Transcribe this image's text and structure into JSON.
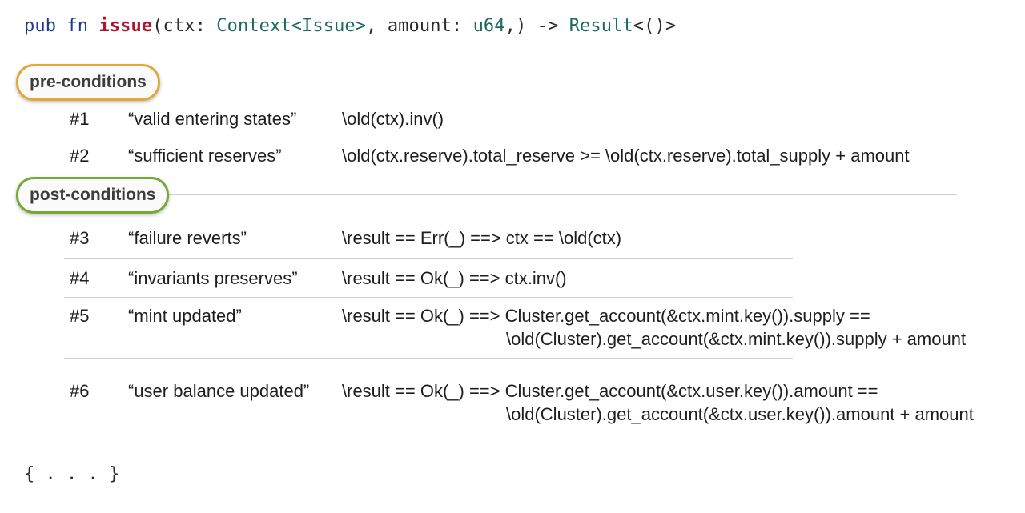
{
  "signature": {
    "kw_pub": "pub",
    "kw_fn": "fn",
    "fn_name": "issue",
    "open_paren": "(ctx: ",
    "ctx_type": "Context<Issue>",
    "mid": ", amount: ",
    "amount_type": "u64",
    "arrow": ",) -> ",
    "ret_type": "Result",
    "ret_tail": "<()>"
  },
  "pre_conditions": {
    "badge": "pre-conditions",
    "rows": [
      {
        "num": "#1",
        "label": "“valid entering states”",
        "expr": "\\old(ctx).inv()",
        "expr_cont": ""
      },
      {
        "num": "#2",
        "label": "“sufficient reserves”",
        "expr": "\\old(ctx.reserve).total_reserve >= \\old(ctx.reserve).total_supply + amount",
        "expr_cont": ""
      }
    ]
  },
  "post_conditions": {
    "badge": "post-conditions",
    "rows": [
      {
        "num": "#3",
        "label": "“failure reverts”",
        "expr": "\\result == Err(_) ==> ctx == \\old(ctx)",
        "expr_cont": ""
      },
      {
        "num": "#4",
        "label": "“invariants preserves”",
        "expr": "\\result == Ok(_) ==> ctx.inv()",
        "expr_cont": ""
      },
      {
        "num": "#5",
        "label": "“mint updated”",
        "expr": "\\result == Ok(_) ==> Cluster.get_account(&ctx.mint.key()).supply ==",
        "expr_cont": "\\old(Cluster).get_account(&ctx.mint.key()).supply + amount"
      },
      {
        "num": "#6",
        "label": "“user balance updated”",
        "expr": "\\result == Ok(_) ==> Cluster.get_account(&ctx.user.key()).amount ==",
        "expr_cont": "\\old(Cluster).get_account(&ctx.user.key()).amount + amount"
      }
    ]
  },
  "closing": "{ . . . }",
  "colors": {
    "pre_badge_border": "#e3a838",
    "post_badge_border": "#73a83a",
    "keyword": "#1f3a8a",
    "function_name": "#b0142c",
    "type_name": "#1d6b60"
  }
}
